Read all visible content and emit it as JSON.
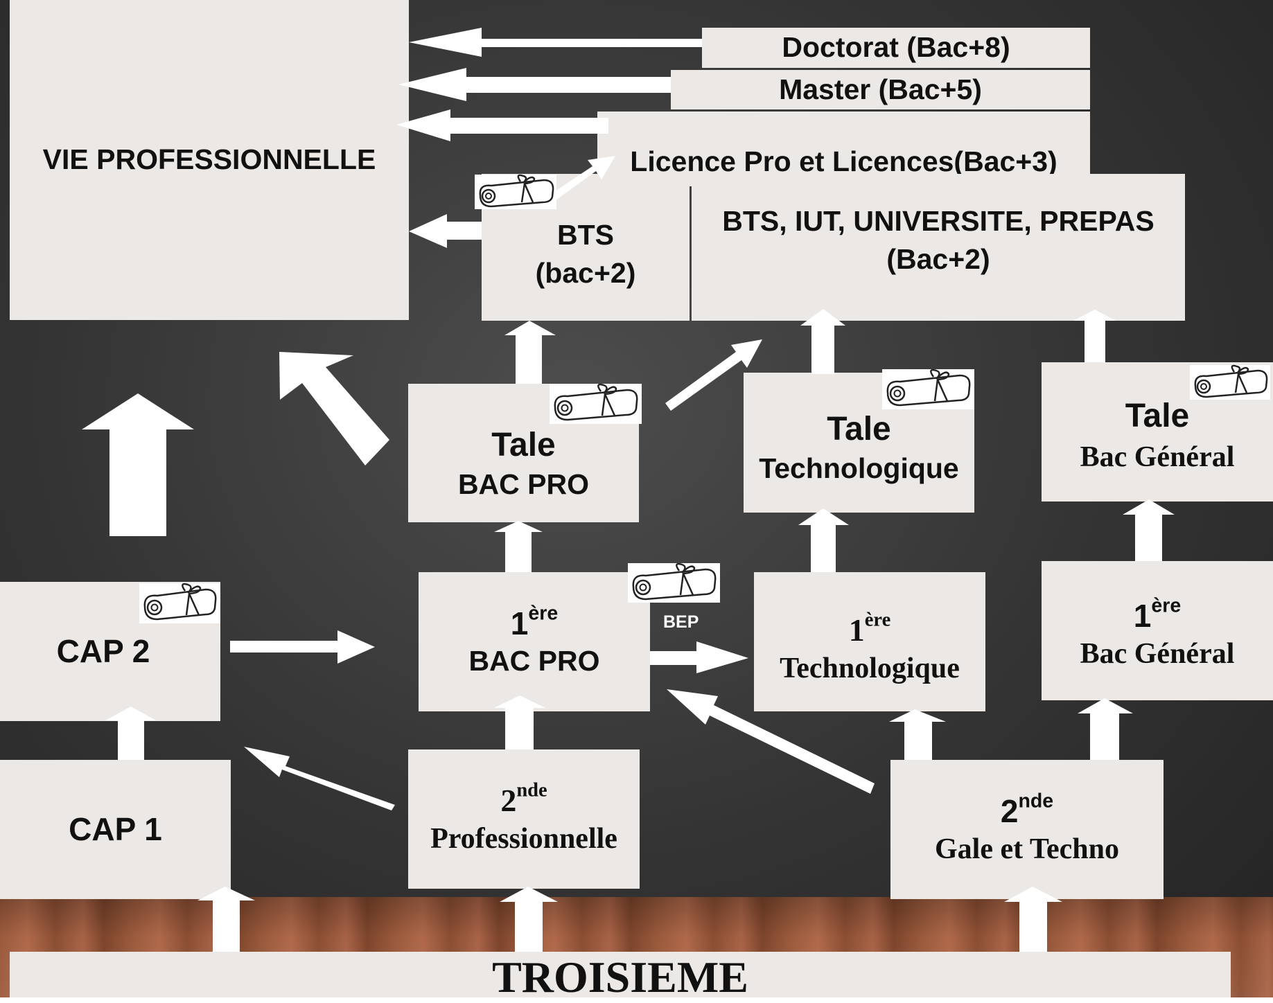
{
  "nodes": {
    "vie_pro": "VIE PROFESSIONNELLE",
    "doctorat": "Doctorat (Bac+8)",
    "master": "Master (Bac+5)",
    "licence": "Licence Pro et Licences(Bac+3)",
    "bts_line1": "BTS",
    "bts_line2": "(bac+2)",
    "superieur_line1": "BTS, IUT, UNIVERSITE, PREPAS",
    "superieur_line2": "(Bac+2)",
    "tale_pro_line1": "Tale",
    "tale_pro_line2": "BAC PRO",
    "tale_techno_line1": "Tale",
    "tale_techno_line2": "Technologique",
    "tale_gen_line1": "Tale",
    "tale_gen_line2": "Bac Général",
    "cap2": "CAP 2",
    "cap1": "CAP 1",
    "premiere_pro_num": "1",
    "premiere_pro_sup": "ère",
    "premiere_pro_line2": "BAC PRO",
    "premiere_techno_num": "1",
    "premiere_techno_sup": "ère",
    "premiere_techno_line2": "Technologique",
    "premiere_gen_num": "1",
    "premiere_gen_sup": "ère",
    "premiere_gen_line2": "Bac Général",
    "seconde_pro_num": "2",
    "seconde_pro_sup": "nde",
    "seconde_pro_line2": "Professionnelle",
    "seconde_gt_num": "2",
    "seconde_gt_sup": "nde",
    "seconde_gt_line2": "Gale et Techno",
    "troisieme": "TROISIEME",
    "bep": "BEP"
  },
  "icons": [
    "diploma-scroll-icon",
    "arrow-icon"
  ],
  "colors": {
    "box": "#ebe8e5",
    "arrow": "#ffffff",
    "background": "#3a3a3a",
    "floor": "#9a5a3c",
    "text": "#111111"
  }
}
